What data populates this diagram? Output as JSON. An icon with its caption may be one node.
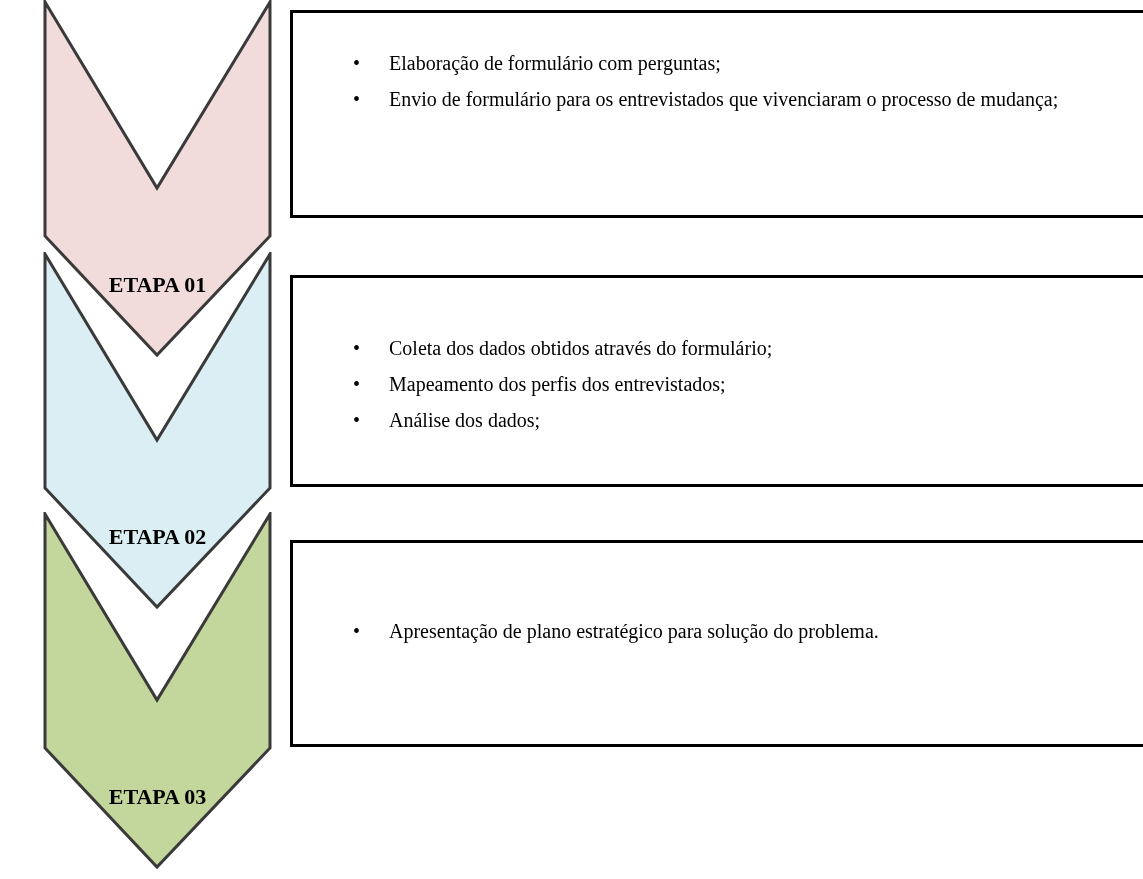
{
  "diagram": {
    "nodes": [
      {
        "text": [
          "ETAPA 01"
        ]
      },
      {
        "text": [
          "Elaboração de formulário com perguntas;",
          "Envio de formulário para os entrevistados que vivenciaram o processo de mudança;"
        ]
      },
      {
        "text": [
          "ETAPA 02"
        ]
      },
      {
        "text": [
          "Coleta dos dados obtidos através do formulário;",
          "Mapeamento dos perfis dos entrevistados;",
          "Análise dos dados;"
        ]
      },
      {
        "text": [
          "ETAPA 03"
        ]
      },
      {
        "text": [
          "Apresentação de plano estratégico para solução do problema."
        ]
      }
    ],
    "edges": [],
    "labels": [
      "•",
      "•",
      "•",
      "•",
      "•",
      "•"
    ]
  }
}
